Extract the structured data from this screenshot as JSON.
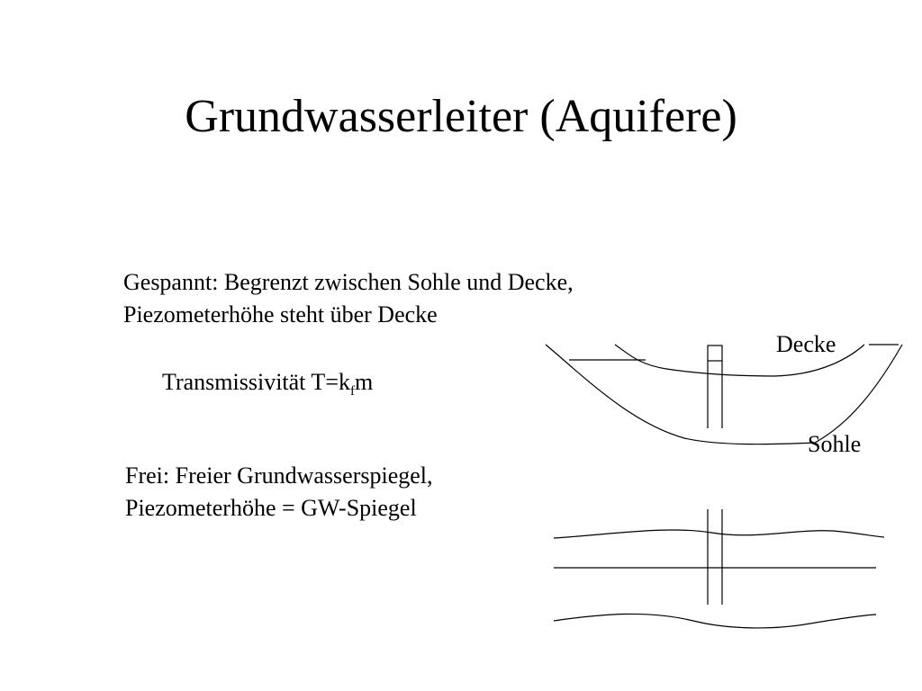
{
  "slide": {
    "title": "Grundwasserleiter (Aquifere)"
  },
  "confined": {
    "line1": "Gespannt: Begrenzt zwischen Sohle und Decke,",
    "line2": "Piezometerhöhe steht über Decke",
    "transmissivity_prefix": "Transmissivität T=k",
    "transmissivity_sub": "f",
    "transmissivity_suffix": "m",
    "label_top": "Decke",
    "label_bottom": "Sohle"
  },
  "unconfined": {
    "line1": "Frei: Freier Grundwasserspiegel,",
    "line2": "Piezometerhöhe = GW-Spiegel"
  }
}
